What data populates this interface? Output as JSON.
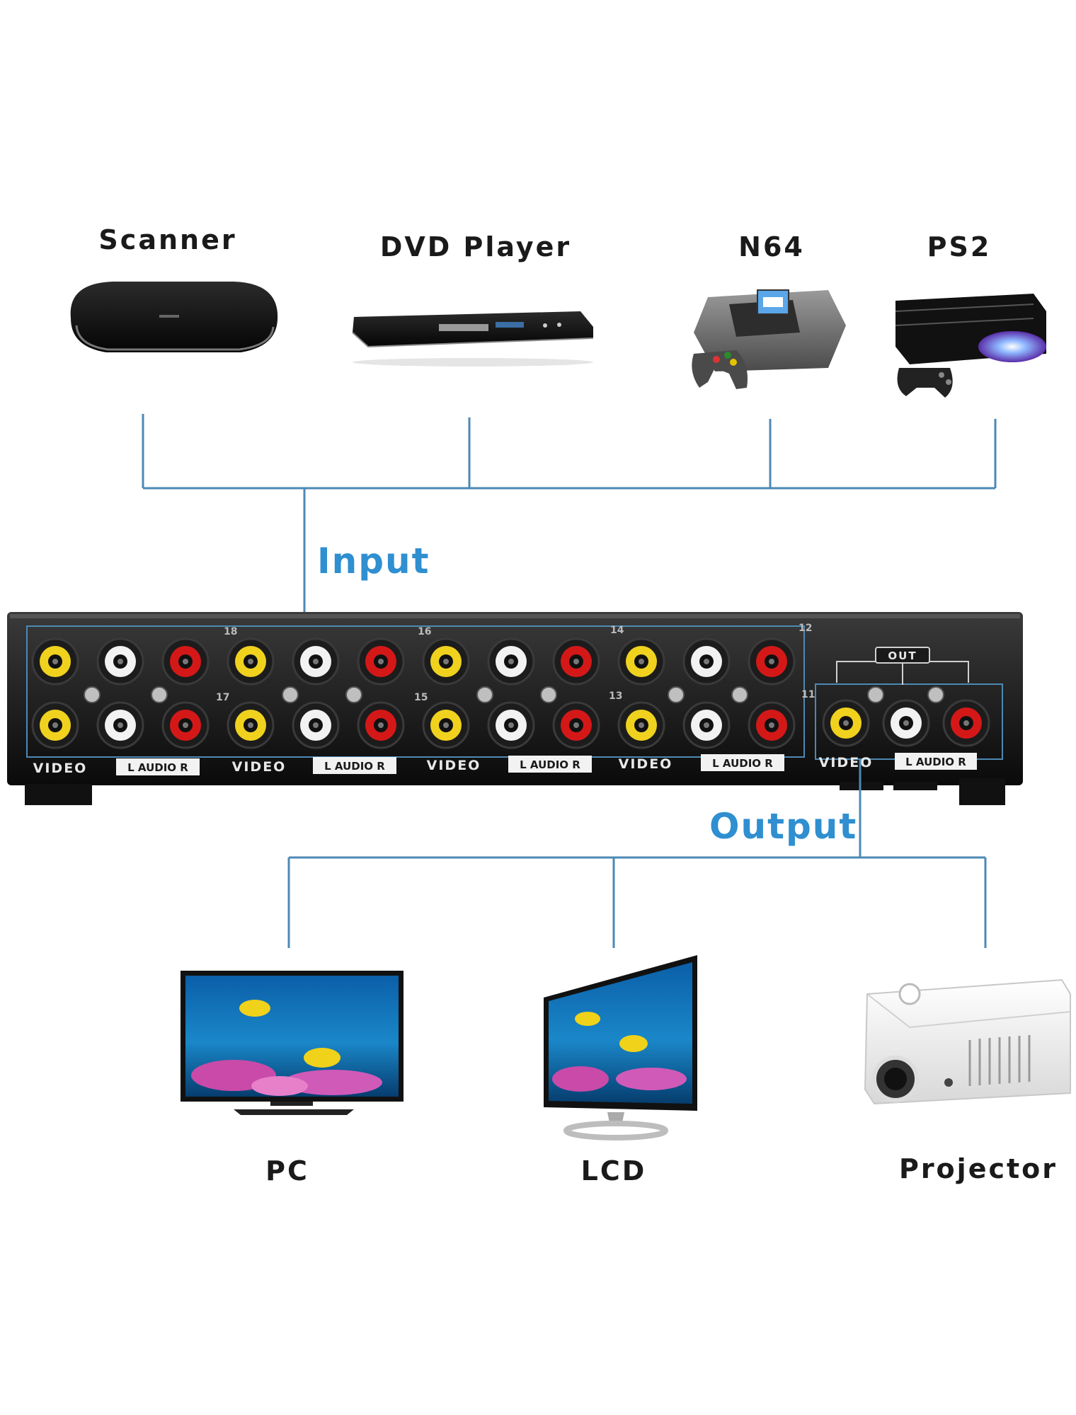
{
  "inputs": {
    "devices": [
      "Scanner",
      "DVD Player",
      "N64",
      "PS2"
    ]
  },
  "outputs": {
    "devices": [
      "PC",
      "LCD",
      "Projector"
    ]
  },
  "flow": {
    "input_label": "Input",
    "output_label": "Output"
  },
  "switch_panel": {
    "video_label": "VIDEO",
    "audio_label": "L AUDIO R",
    "out_label": "OUT",
    "top_numbers": [
      "18",
      "16",
      "14",
      "12"
    ],
    "mid_numbers": [
      "17",
      "15",
      "13",
      "11"
    ]
  },
  "colors": {
    "wire": "#4d89b4",
    "flow_text": "#2f8fd0",
    "video_jack": "#f0d21e",
    "audio_left_jack": "#f2f2f2",
    "audio_right_jack": "#d41818"
  }
}
